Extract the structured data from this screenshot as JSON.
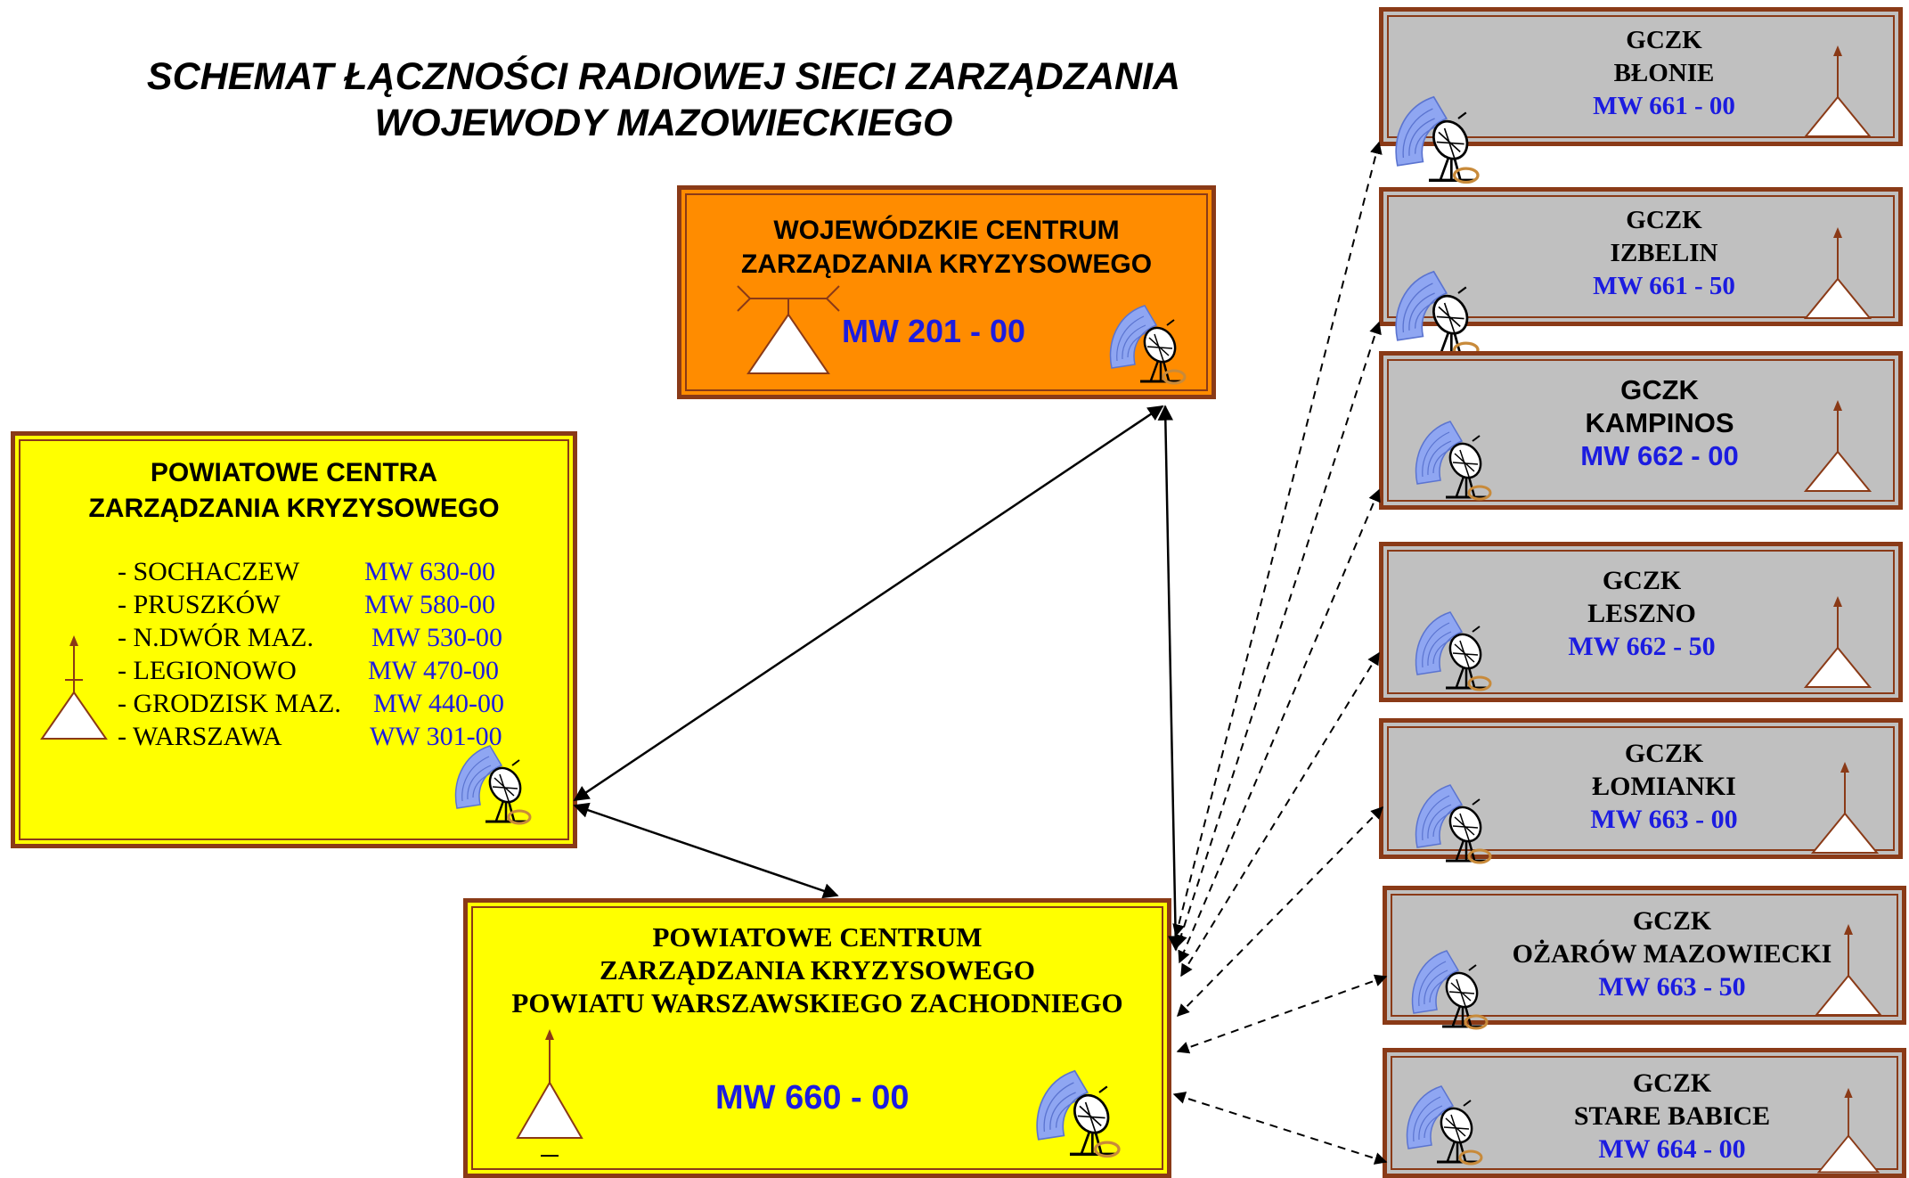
{
  "title": {
    "line1": "SCHEMAT  ŁĄCZNOŚCI  RADIOWEJ SIECI ZARZĄDZANIA",
    "line2": "WOJEWODY MAZOWIECKIEGO"
  },
  "wczk": {
    "line1": "WOJEWÓDZKIE CENTRUM",
    "line2": "ZARZĄDZANIA KRYZYSOWEGO",
    "code": "MW  201 - 00"
  },
  "pczk_list": {
    "line1": "POWIATOWE CENTRA",
    "line2": "ZARZĄDZANIA KRYZYSOWEGO",
    "items": [
      {
        "name": "- SOCHACZEW",
        "code": "MW 630-00"
      },
      {
        "name": "- PRUSZKÓW",
        "code": "MW 580-00"
      },
      {
        "name": "- N.DWÓR MAZ.",
        "code": "MW 530-00"
      },
      {
        "name": "- LEGIONOWO",
        "code": "MW 470-00"
      },
      {
        "name": "- GRODZISK MAZ.",
        "code": "MW 440-00"
      },
      {
        "name": "- WARSZAWA",
        "code": "WW 301-00"
      }
    ]
  },
  "pczk_main": {
    "line1": "POWIATOWE CENTRUM",
    "line2": "ZARZĄDZANIA KRYZYSOWEGO",
    "line3": "POWIATU  WARSZAWSKIEGO ZACHODNIEGO",
    "code": "MW  660 -  00"
  },
  "gczk": [
    {
      "label": "GCZK",
      "name": "BŁONIE",
      "code": "MW  661 -  00"
    },
    {
      "label": "GCZK",
      "name": "IZBELIN",
      "code": "MW  661 -  50"
    },
    {
      "label": "GCZK",
      "name": "KAMPINOS",
      "code": "MW  662 -  00"
    },
    {
      "label": "GCZK",
      "name": "LESZNO",
      "code": "MW   662  - 50"
    },
    {
      "label": "GCZK",
      "name": "ŁOMIANKI",
      "code": "MW  663 -  00"
    },
    {
      "label": "GCZK",
      "name": "OŻARÓW MAZOWIECKI",
      "code": "MW  663 -  50"
    },
    {
      "label": "GCZK",
      "name": "STARE BABICE",
      "code": "MW  664 - 00"
    }
  ],
  "colors": {
    "border": "#8a3a17",
    "orange": "#ff8c00",
    "yellow": "#ffff00",
    "gray": "#c0c0c0",
    "code_blue": "#1c1ce0"
  },
  "icons": [
    "antenna-mast-icon",
    "satellite-dish-icon"
  ]
}
